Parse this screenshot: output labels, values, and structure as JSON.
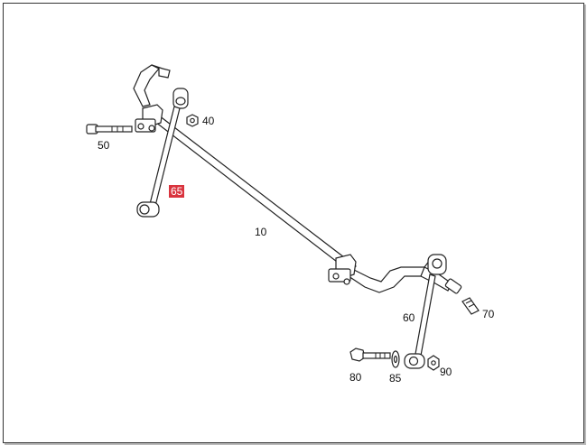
{
  "diagram": {
    "callouts": {
      "p10": "10",
      "p40": "40",
      "p50": "50",
      "p60": "60",
      "p65": "65",
      "p70": "70",
      "p80": "80",
      "p85": "85",
      "p90": "90"
    },
    "highlight_color": "#d9343e"
  }
}
